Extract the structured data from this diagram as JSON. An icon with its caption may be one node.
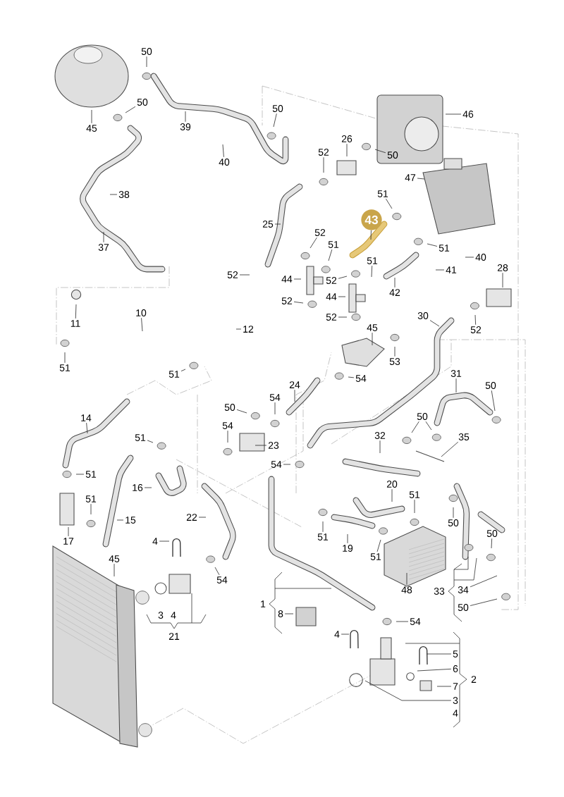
{
  "diagram": {
    "nodes": [
      {
        "text": [
          "50"
        ]
      },
      {
        "text": [
          "50"
        ]
      },
      {
        "text": [
          "50"
        ]
      },
      {
        "text": [
          "46"
        ]
      },
      {
        "text": [
          "45"
        ]
      },
      {
        "text": [
          "39"
        ]
      },
      {
        "text": [
          "26"
        ]
      },
      {
        "text": [
          "52"
        ]
      },
      {
        "text": [
          "50"
        ]
      },
      {
        "text": [
          "40"
        ]
      },
      {
        "text": [
          "47"
        ]
      },
      {
        "text": [
          "38"
        ]
      },
      {
        "text": [
          "51"
        ]
      },
      {
        "text": [
          "43"
        ]
      },
      {
        "text": [
          "25"
        ]
      },
      {
        "text": [
          "52"
        ]
      },
      {
        "text": [
          "51"
        ]
      },
      {
        "text": [
          "37"
        ]
      },
      {
        "text": [
          "51"
        ]
      },
      {
        "text": [
          "40"
        ]
      },
      {
        "text": [
          "51"
        ]
      },
      {
        "text": [
          "52"
        ]
      },
      {
        "text": [
          "44"
        ]
      },
      {
        "text": [
          "52"
        ]
      },
      {
        "text": [
          "41"
        ]
      },
      {
        "text": [
          "28"
        ]
      },
      {
        "text": [
          "42"
        ]
      },
      {
        "text": [
          "52"
        ]
      },
      {
        "text": [
          "44"
        ]
      },
      {
        "text": [
          "52"
        ]
      },
      {
        "text": [
          "30"
        ]
      },
      {
        "text": [
          "52"
        ]
      },
      {
        "text": [
          "11"
        ]
      },
      {
        "text": [
          "10"
        ]
      },
      {
        "text": [
          "12"
        ]
      },
      {
        "text": [
          "45"
        ]
      },
      {
        "text": [
          "51"
        ]
      },
      {
        "text": [
          "51"
        ]
      },
      {
        "text": [
          "53"
        ]
      },
      {
        "text": [
          "54"
        ]
      },
      {
        "text": [
          "24"
        ]
      },
      {
        "text": [
          "31"
        ]
      },
      {
        "text": [
          "50"
        ]
      },
      {
        "text": [
          "54"
        ]
      },
      {
        "text": [
          "50"
        ]
      },
      {
        "text": [
          "14"
        ]
      },
      {
        "text": [
          "50"
        ]
      },
      {
        "text": [
          "54"
        ]
      },
      {
        "text": [
          "51"
        ]
      },
      {
        "text": [
          "32"
        ]
      },
      {
        "text": [
          "35"
        ]
      },
      {
        "text": [
          "23"
        ]
      },
      {
        "text": [
          "54"
        ]
      },
      {
        "text": [
          "51"
        ]
      },
      {
        "text": [
          "20"
        ]
      },
      {
        "text": [
          "16"
        ]
      },
      {
        "text": [
          "51"
        ]
      },
      {
        "text": [
          "51"
        ]
      },
      {
        "text": [
          "22"
        ]
      },
      {
        "text": [
          "15"
        ]
      },
      {
        "text": [
          "50"
        ]
      },
      {
        "text": [
          "50"
        ]
      },
      {
        "text": [
          "51"
        ]
      },
      {
        "text": [
          "17"
        ]
      },
      {
        "text": [
          "4"
        ]
      },
      {
        "text": [
          "19"
        ]
      },
      {
        "text": [
          "51"
        ]
      },
      {
        "text": [
          "45"
        ]
      },
      {
        "text": [
          "54"
        ]
      },
      {
        "text": [
          "48"
        ]
      },
      {
        "text": [
          "34"
        ]
      },
      {
        "text": [
          "50"
        ]
      },
      {
        "text": [
          "8"
        ]
      },
      {
        "text": [
          "54"
        ]
      },
      {
        "text": [
          "4"
        ]
      },
      {
        "text": [
          "5"
        ]
      },
      {
        "text": [
          "6"
        ]
      },
      {
        "text": [
          "7"
        ]
      },
      {
        "text": [
          "3"
        ]
      }
    ],
    "edges": [
      {
        "from": 0,
        "to": null,
        "arrow": "none"
      },
      {
        "from": 1,
        "to": null,
        "arrow": "none"
      },
      {
        "from": 2,
        "to": null,
        "arrow": "none"
      },
      {
        "from": 3,
        "to": null,
        "arrow": "none"
      },
      {
        "from": 4,
        "to": null,
        "arrow": "none"
      },
      {
        "from": 5,
        "to": null,
        "arrow": "none"
      },
      {
        "from": 6,
        "to": null,
        "arrow": "none"
      },
      {
        "from": 7,
        "to": null,
        "arrow": "none"
      },
      {
        "from": 8,
        "to": null,
        "arrow": "none"
      },
      {
        "from": 9,
        "to": null,
        "arrow": "none"
      },
      {
        "from": 10,
        "to": null,
        "arrow": "none"
      },
      {
        "from": 11,
        "to": null,
        "arrow": "none"
      },
      {
        "from": 12,
        "to": null,
        "arrow": "none"
      },
      {
        "from": 13,
        "to": null,
        "arrow": "none"
      },
      {
        "from": 14,
        "to": null,
        "arrow": "none"
      },
      {
        "from": 15,
        "to": null,
        "arrow": "none"
      },
      {
        "from": 16,
        "to": null,
        "arrow": "none"
      },
      {
        "from": 17,
        "to": null,
        "arrow": "none"
      },
      {
        "from": 18,
        "to": null,
        "arrow": "none"
      },
      {
        "from": 19,
        "to": null,
        "arrow": "none"
      },
      {
        "from": 20,
        "to": null,
        "arrow": "none"
      },
      {
        "from": 21,
        "to": null,
        "arrow": "none"
      },
      {
        "from": 22,
        "to": null,
        "arrow": "none"
      },
      {
        "from": 23,
        "to": null,
        "arrow": "none"
      },
      {
        "from": 24,
        "to": null,
        "arrow": "none"
      },
      {
        "from": 25,
        "to": null,
        "arrow": "none"
      },
      {
        "from": 26,
        "to": null,
        "arrow": "none"
      },
      {
        "from": 27,
        "to": null,
        "arrow": "none"
      },
      {
        "from": 28,
        "to": null,
        "arrow": "none"
      },
      {
        "from": 29,
        "to": null,
        "arrow": "none"
      },
      {
        "from": 30,
        "to": null,
        "arrow": "none"
      },
      {
        "from": 31,
        "to": null,
        "arrow": "none"
      },
      {
        "from": 32,
        "to": null,
        "arrow": "none"
      },
      {
        "from": 33,
        "to": null,
        "arrow": "none"
      },
      {
        "from": 34,
        "to": null,
        "arrow": "none"
      },
      {
        "from": 35,
        "to": null,
        "arrow": "none"
      },
      {
        "from": 36,
        "to": null,
        "arrow": "none"
      },
      {
        "from": 37,
        "to": null,
        "arrow": "none"
      },
      {
        "from": 38,
        "to": null,
        "arrow": "none"
      },
      {
        "from": 39,
        "to": null,
        "arrow": "none"
      },
      {
        "from": 40,
        "to": null,
        "arrow": "none"
      },
      {
        "from": 41,
        "to": null,
        "arrow": "none"
      },
      {
        "from": 42,
        "to": null,
        "arrow": "none"
      },
      {
        "from": 43,
        "to": null,
        "arrow": "none"
      },
      {
        "from": 44,
        "to": null,
        "arrow": "none"
      },
      {
        "from": 45,
        "to": null,
        "arrow": "none"
      },
      {
        "from": 46,
        "to": null,
        "arrow": "none"
      },
      {
        "from": 46,
        "to": null,
        "arrow": "none"
      },
      {
        "from": 47,
        "to": null,
        "arrow": "none"
      },
      {
        "from": 48,
        "to": null,
        "arrow": "none"
      },
      {
        "from": 49,
        "to": null,
        "arrow": "none"
      },
      {
        "from": 50,
        "to": null,
        "arrow": "none"
      },
      {
        "from": 51,
        "to": null,
        "arrow": "none"
      },
      {
        "from": 52,
        "to": null,
        "arrow": "none"
      },
      {
        "from": 53,
        "to": null,
        "arrow": "none"
      },
      {
        "from": 54,
        "to": null,
        "arrow": "none"
      },
      {
        "from": 55,
        "to": null,
        "arrow": "none"
      },
      {
        "from": 56,
        "to": null,
        "arrow": "none"
      },
      {
        "from": 57,
        "to": null,
        "arrow": "none"
      },
      {
        "from": 58,
        "to": null,
        "arrow": "none"
      },
      {
        "from": 59,
        "to": null,
        "arrow": "none"
      },
      {
        "from": 60,
        "to": null,
        "arrow": "none"
      },
      {
        "from": 61,
        "to": null,
        "arrow": "none"
      },
      {
        "from": 62,
        "to": null,
        "arrow": "none"
      },
      {
        "from": 63,
        "to": null,
        "arrow": "none"
      },
      {
        "from": 64,
        "to": null,
        "arrow": "none"
      },
      {
        "from": 65,
        "to": null,
        "arrow": "none"
      },
      {
        "from": 66,
        "to": null,
        "arrow": "none"
      },
      {
        "from": 67,
        "to": null,
        "arrow": "none"
      },
      {
        "from": 68,
        "to": null,
        "arrow": "none"
      },
      {
        "from": 69,
        "to": null,
        "arrow": "none"
      },
      {
        "from": 70,
        "to": null,
        "arrow": "none"
      },
      {
        "from": 71,
        "to": null,
        "arrow": "none"
      },
      {
        "from": 72,
        "to": null,
        "arrow": "none"
      },
      {
        "from": 73,
        "to": null,
        "arrow": "none"
      },
      {
        "from": 74,
        "to": null,
        "arrow": "none"
      },
      {
        "from": 75,
        "to": null,
        "arrow": "none"
      },
      {
        "from": 76,
        "to": null,
        "arrow": "none"
      },
      {
        "from": 77,
        "to": null,
        "arrow": "none"
      },
      {
        "from": 78,
        "to": null,
        "arrow": "none"
      }
    ],
    "labels": [
      "33",
      "1",
      "3",
      "4",
      "21",
      "2",
      "4"
    ]
  }
}
